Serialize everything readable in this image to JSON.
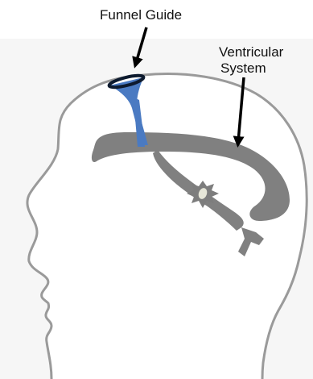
{
  "labels": {
    "funnel_guide": "Funnel Guide",
    "ventricular_line1": "Ventricular",
    "ventricular_line2": "System"
  },
  "colors": {
    "head_outline": "#9a9a9a",
    "ventricle_fill": "#808080",
    "funnel_blue": "#4a7ac2",
    "funnel_rim": "#0d1a2e",
    "arrow": "#000000",
    "lesion": "#7d7d7d",
    "lesion_center": "#e6e6d8",
    "background_shading": "#f4f4f4"
  },
  "icons": {
    "head": "head-profile-outline",
    "funnel": "funnel-icon",
    "lesion": "starburst-lesion-icon"
  }
}
